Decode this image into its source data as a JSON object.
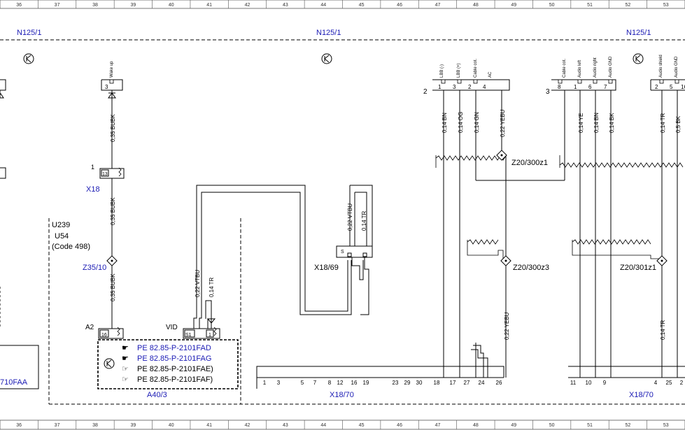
{
  "grid": {
    "numbers": [
      "36",
      "37",
      "38",
      "39",
      "40",
      "41",
      "42",
      "43",
      "44",
      "45",
      "46",
      "47",
      "48",
      "49",
      "50",
      "51",
      "52",
      "53"
    ]
  },
  "modules": {
    "n125_left": "N125/1",
    "n125_mid": "N125/1",
    "n125_right": "N125/1"
  },
  "pins": {
    "wake_up": "Wake up",
    "lbb_minus": "LBB (-)",
    "lbb_plus": "LBB (+)",
    "cable_cot_1": "Cable cot.",
    "ac": "AC",
    "cable_cot_2": "Cable cot.",
    "audio_left": "Audio left",
    "audio_right": "Audio right",
    "audio_gnd_1": "Audio GND",
    "audio_shield": "Audio shield",
    "audio_gnd_2": "Audio GND"
  },
  "pin_numbers": {
    "p3_wake": "3",
    "g2": "2",
    "p1a": "1",
    "p3a": "3",
    "p2a": "2",
    "p4a": "4",
    "g3": "3",
    "p8": "8",
    "p1b": "1",
    "p6": "6",
    "p7": "7",
    "p2b": "2",
    "p5": "5",
    "p16": "16",
    "p13": "13",
    "x18_1": "1",
    "a40_16": "16",
    "s1": "S1",
    "a40_1": "1",
    "x1869_s": "S"
  },
  "wires": {
    "w_bubk_1": "0,35 BUBK",
    "w_bubk_2": "0,35 BUBK",
    "w_bubk_3": "0,35 BUBK",
    "w_vtbu_a": "0,22 VTBU",
    "w_tr_a": "0,14 TR",
    "w_vtbu_b": "0,22 VTBU",
    "w_tr_b": "0,14 TR",
    "w_bn_1": "0,14 BN",
    "w_og": "0,14 OG",
    "w_gn": "0,14 GN",
    "w_yebu_1": "0,22 YEBU",
    "w_ye": "0,14 YE",
    "w_bn_2": "0,14 BN",
    "w_bk_1": "0,14 BK",
    "w_tr_c": "0,14 TR",
    "w_bk_2": "0,5 BK",
    "w_yebu_2": "0,22 YEBU",
    "w_tr_d": "0,14 TR"
  },
  "components": {
    "x18": "X18",
    "u239": "U239",
    "u54": "U54",
    "code498": "(Code 498)",
    "z35_10": "Z35/10",
    "a2": "A2",
    "vid": "VID",
    "a40_3": "A40/3",
    "x18_69": "X18/69",
    "z20_300z1": "Z20/300z1",
    "z20_300z3": "Z20/300z3",
    "z20_301z1": "Z20/301z1",
    "x18_70_a": "X18/70",
    "x18_70_b": "X18/70",
    "left_box_label": "710FAA"
  },
  "references": {
    "r1": "PE 82.85-P-2101FAD",
    "r2": "PE 82.85-P-2101FAG",
    "r3": "PE 82.85-P-2101FAE)",
    "r4": "PE 82.85-P-2101FAF)"
  },
  "connector_pins": {
    "left": [
      "1",
      "3",
      "5",
      "7",
      "8",
      "12",
      "16",
      "19",
      "23",
      "29",
      "30",
      "18",
      "17",
      "27",
      "24",
      "26"
    ],
    "right": [
      "11",
      "10",
      "9",
      "4",
      "25",
      "2"
    ]
  },
  "colors": {
    "line": "#000000",
    "link": "#1a1ab4",
    "grid": "#555555"
  }
}
